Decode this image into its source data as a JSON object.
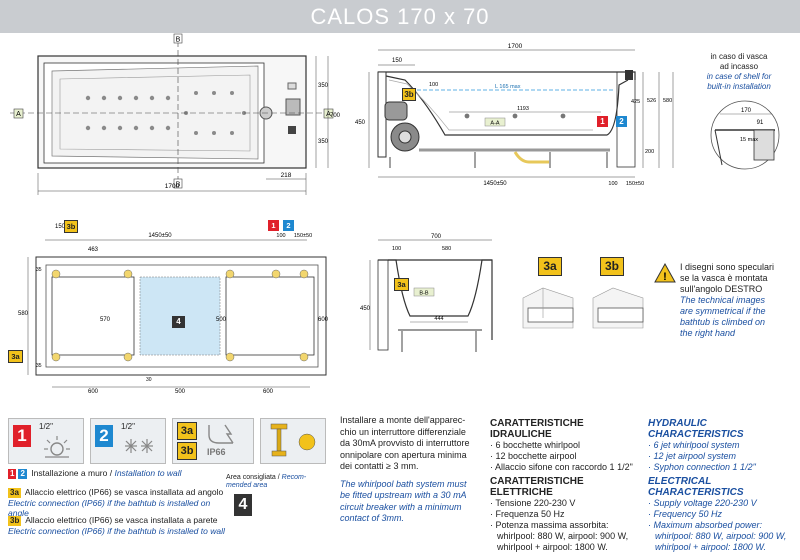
{
  "header": {
    "title": "CALOS 170 x 70"
  },
  "top_view": {
    "section_marker_b": "B",
    "section_marker_a": "A",
    "dim_total_length": "1700",
    "dim_218": "218",
    "dim_right_top": "350",
    "dim_right_bottom": "350",
    "dim_right_total": "700"
  },
  "section_aa": {
    "dim_total": "1700",
    "dim_150": "150",
    "dim_1193": "1193",
    "dim_100": "100",
    "dim_425": "425",
    "dim_450": "450",
    "water_level": "L 165 max",
    "label_aa": "A-A",
    "dim_1450": "1450±50",
    "dim_bottom_100": "100",
    "dim_bottom_150": "150±50",
    "dim_200": "200",
    "dim_526": "526",
    "dim_580": "580"
  },
  "installation_note": {
    "it_line1": "in caso di vasca",
    "it_line2": "ad incasso",
    "en_line1": "in case of shell for",
    "en_line2": "built-in installation",
    "dim_170": "170",
    "dim_91": "91",
    "dim_15max": "15 max"
  },
  "frame_view": {
    "dim_150": "150",
    "dim_463": "463",
    "dim_1450": "1450±50",
    "dim_100": "100",
    "dim_150_50": "150±50",
    "dim_580": "580",
    "dim_570": "570",
    "dim_500": "500",
    "dim_600": "600",
    "bottom_600_left": "600",
    "bottom_500": "500",
    "bottom_600_right": "600",
    "zone_label": "4",
    "dim_35_top": "35",
    "dim_35_bottom": "35",
    "dim_30": "30"
  },
  "section_bb": {
    "dim_700": "700",
    "dim_100": "100",
    "dim_580": "580",
    "dim_450": "450",
    "dim_444": "444",
    "label_bb": "B-B"
  },
  "badges": {
    "b1": "1",
    "b2": "2",
    "b3a": "3a",
    "b3b": "3b",
    "b4": "4"
  },
  "warning": {
    "it_lines": [
      "I disegni sono speculari",
      "se la vasca è montata",
      "sull'angolo DESTRO"
    ],
    "en_lines": [
      "The technical images",
      "are symmetrical if the",
      "bathtub is climbed on",
      "the right hand"
    ]
  },
  "icons_row": {
    "half_inch_1": "1/2\"",
    "half_inch_2": "1/2\"",
    "ip66": "IP66"
  },
  "legend": {
    "row1_it": "Installazione a muro /",
    "row1_en": "Installation to wall",
    "row2_it": "Allaccio elettrico (IP66) se vasca installata ad angolo",
    "row2_en": "Electric connection (IP66) if the bathtub is installed on angle",
    "row3_it": "Allaccio elettrico (IP66) se vasca installata a parete",
    "row3_en": "Electric connection (IP66) if the bathtub is installed to wall",
    "area_it": "Area consigliata /",
    "area_en_1": "Recom-",
    "area_en_2": "mended area"
  },
  "safety": {
    "it_lines": [
      "Installare a monte dell'apparec-",
      "chio un interruttore differenziale",
      "da 30mA provvisto di interruttore",
      "onnipolare con apertura minima",
      "dei contatti ≥ 3 mm."
    ],
    "en_lines": [
      "The whirlpool bath system must",
      "be fitted upstream with a 30 mA",
      "circuit breaker with a minimum",
      "contact of 3mm."
    ]
  },
  "hydraulic_it": {
    "title": "CARATTERISTICHE IDRAULICHE",
    "items": [
      "· 6 bocchette whirlpool",
      "· 12 bocchette airpool",
      "· Allaccio sifone con raccordo 1 1/2\""
    ]
  },
  "electric_it": {
    "title": "CARATTERISTICHE ELETTRICHE",
    "items": [
      "· Tensione 220-230 V",
      "· Frequenza 50 Hz",
      "· Potenza massima assorbita:",
      "whirlpool: 880 W, airpool: 900 W,",
      "whirlpool + airpool: 1800 W."
    ]
  },
  "hydraulic_en": {
    "title": "HYDRAULIC CHARACTERISTICS",
    "items": [
      "· 6 jet whirlpool system",
      "· 12 jet airpool system",
      "· Syphon connection 1 1/2\""
    ]
  },
  "electric_en": {
    "title": "ELECTRICAL CHARACTERISTICS",
    "items": [
      "· Supply voltage 220-230 V",
      "· Frequency 50 Hz",
      "· Maximum absorbed power:",
      "whirlpool: 880 W, airpool: 900 W,",
      "whirlpool + airpool: 1800 W."
    ]
  },
  "colors": {
    "red_badge": "#e0202a",
    "blue_badge": "#1e88d0",
    "yellow_badge": "#f2c21b",
    "zone_gray": "#333333",
    "water_blue": "#5fb2e6",
    "header_gray": "#c9ccd0"
  }
}
